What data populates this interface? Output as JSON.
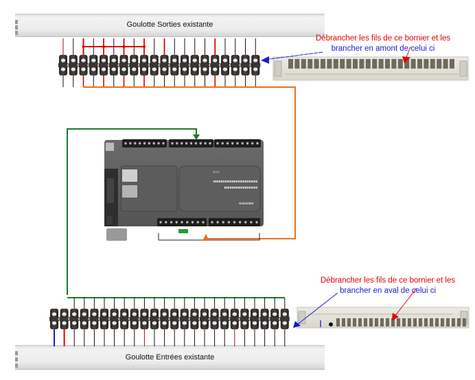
{
  "diagram": {
    "top_duct": {
      "label": "Goulotte Sorties existante"
    },
    "bottom_duct": {
      "label": "Goulotte Entrées existante"
    },
    "top_note": {
      "line1": "Débrancher les fils de ce bornier et les",
      "line2": "brancher en amont de celui ci"
    },
    "bottom_note": {
      "line1": "Débrancher les fils de ce bornier et les",
      "line2": "brancher en aval de celui ci"
    },
    "top_terminal_block": {
      "terminal_count": 20,
      "top_wire_colors": [
        "darkred",
        "black",
        "red",
        "black",
        "red",
        "black",
        "red",
        "black",
        "red",
        "black",
        "red",
        "black",
        "black",
        "black",
        "black",
        "red",
        "black",
        "black",
        "black",
        "black"
      ],
      "bottom_wire_colors": [
        "black",
        "black",
        "red",
        "black",
        "red",
        "black",
        "red",
        "black",
        "red",
        "black",
        "black",
        "black",
        "black",
        "black",
        "black",
        "red",
        "black",
        "black",
        "black",
        "black"
      ],
      "strap_between_terminals": [
        3,
        5,
        7,
        9
      ]
    },
    "bottom_terminal_block": {
      "terminal_count": 24,
      "top_wire_colors": [
        "none",
        "none",
        "black",
        "black",
        "black",
        "black",
        "black",
        "black",
        "black",
        "black",
        "black",
        "black",
        "black",
        "black",
        "black",
        "black",
        "black",
        "black",
        "black",
        "black",
        "black",
        "black",
        "black",
        "black"
      ],
      "bottom_wire_colors": [
        "blue",
        "red",
        "black",
        "black",
        "black",
        "black",
        "black",
        "black",
        "black",
        "darkred",
        "black",
        "black",
        "black",
        "black",
        "black",
        "black",
        "black",
        "black",
        "darkred",
        "black",
        "black",
        "black",
        "black",
        "black"
      ]
    },
    "plc": {
      "model": "M221",
      "subtitle": "Relay 24 T",
      "brand": "Schneider Electric",
      "top_connector_groups": 3,
      "bottom_connector_groups": 2
    },
    "wires": {
      "outputs_bus_color": "#e87020",
      "inputs_bus_color": "#1a7a2a",
      "strap_color": "#dd0000",
      "pointer_blue": "#1a1ad0",
      "pointer_red": "#dd0000"
    }
  }
}
